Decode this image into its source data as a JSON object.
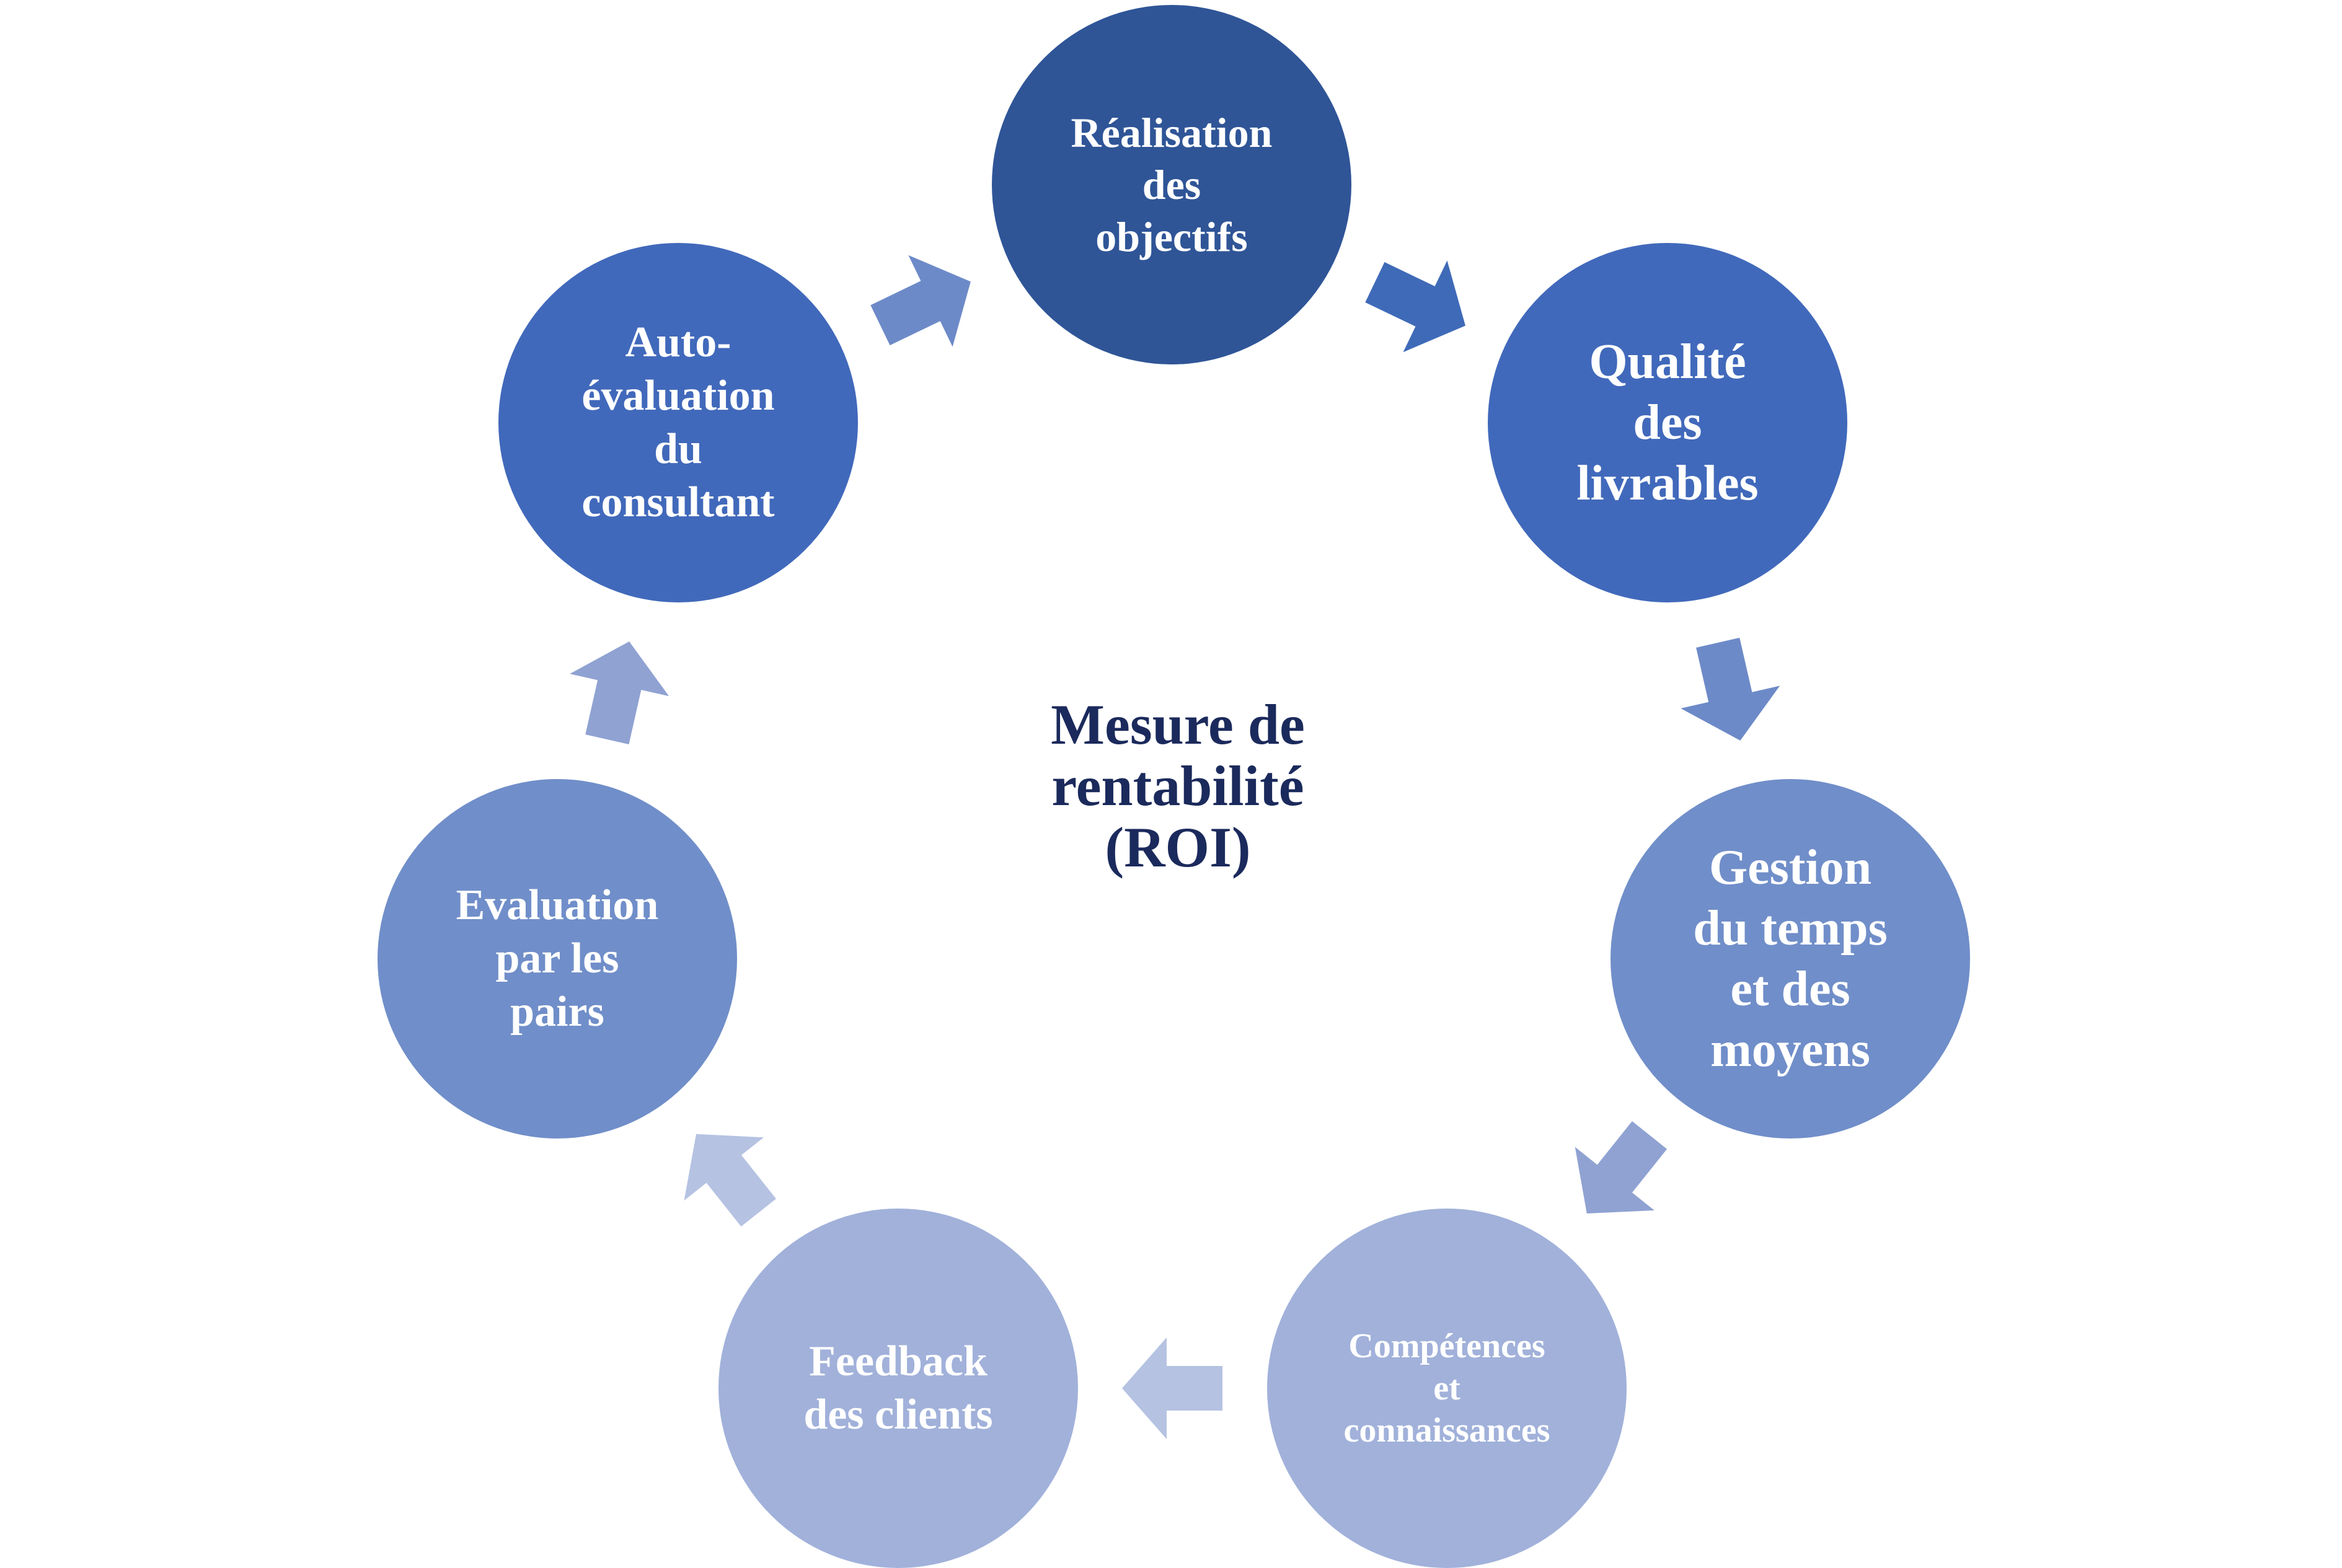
{
  "center": {
    "lines": [
      "Mesure de",
      "rentabilité",
      "(ROI)"
    ]
  },
  "nodes": [
    {
      "id": "realisation-objectifs",
      "lines": [
        "Réalisation",
        "des",
        "objectifs"
      ],
      "color": "#2f5597"
    },
    {
      "id": "qualite-livrables",
      "lines": [
        "Qualité",
        "des",
        "livrables"
      ],
      "color": "#4169bb"
    },
    {
      "id": "gestion-temps-moyens",
      "lines": [
        "Gestion",
        "du temps",
        "et des",
        "moyens"
      ],
      "color": "#708ec9"
    },
    {
      "id": "competences-connaissances",
      "lines": [
        "Compétences",
        "et",
        "connaissances"
      ],
      "color": "#a1b1da"
    },
    {
      "id": "feedback-clients",
      "lines": [
        "Feedback",
        "des clients"
      ],
      "color": "#a1b1da"
    },
    {
      "id": "evaluation-pairs",
      "lines": [
        "Evaluation",
        "par les",
        "pairs"
      ],
      "color": "#708ec9"
    },
    {
      "id": "auto-evaluation-consultant",
      "lines": [
        "Auto-",
        "évaluation",
        "du",
        "consultant"
      ],
      "color": "#4169bb"
    }
  ],
  "arrows": [
    {
      "from": "realisation-objectifs",
      "to": "qualite-livrables",
      "color": "#3f6ab8"
    },
    {
      "from": "qualite-livrables",
      "to": "gestion-temps-moyens",
      "color": "#6d8ac8"
    },
    {
      "from": "gestion-temps-moyens",
      "to": "competences-connaissances",
      "color": "#8fa2d2"
    },
    {
      "from": "competences-connaissances",
      "to": "feedback-clients",
      "color": "#b5c2e2"
    },
    {
      "from": "feedback-clients",
      "to": "evaluation-pairs",
      "color": "#b5c2e2"
    },
    {
      "from": "evaluation-pairs",
      "to": "auto-evaluation-consultant",
      "color": "#8fa2d2"
    },
    {
      "from": "auto-evaluation-consultant",
      "to": "realisation-objectifs",
      "color": "#6d8ac8"
    }
  ]
}
